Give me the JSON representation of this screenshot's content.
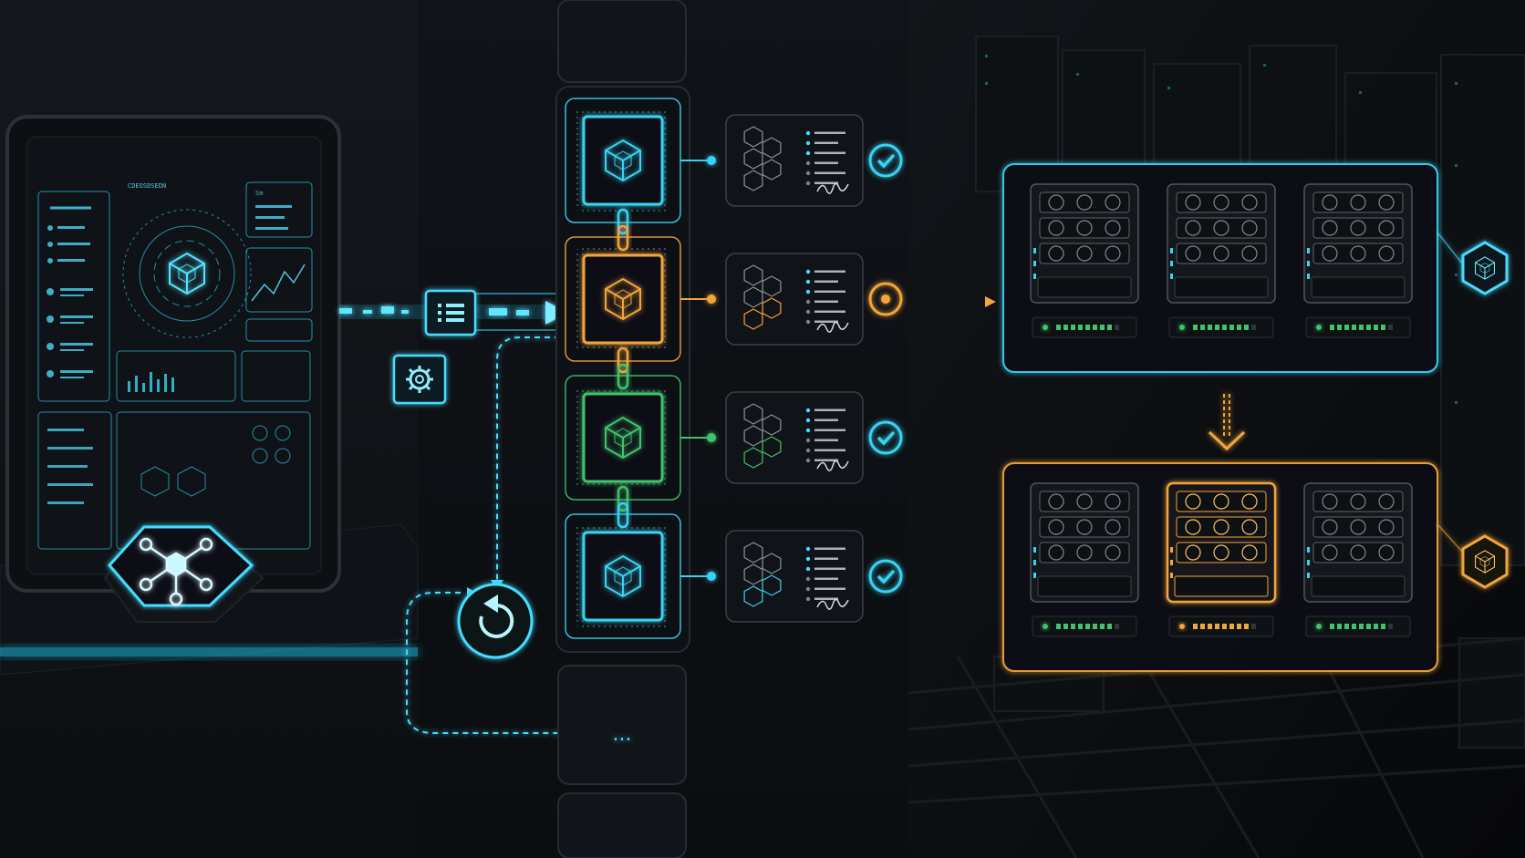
{
  "colors": {
    "background": "#0b0d10",
    "panel_left": "#111419",
    "panel_mid": "#0d1014",
    "panel_right": "#0a0c0f",
    "cyan": "#39d3f2",
    "cyan_glow": "#5fe6ff",
    "amber": "#f2a53b",
    "green": "#3fc46a",
    "line_gray": "#3a4048"
  },
  "monitor": {
    "title": "CDEOSDSEDN",
    "right_panel_title": "Sm",
    "ellipsis_label": "..."
  },
  "chain": {
    "blocks": [
      {
        "state": "verified",
        "color": "cyan"
      },
      {
        "state": "pending",
        "color": "amber"
      },
      {
        "state": "verified",
        "color": "green"
      },
      {
        "state": "verified",
        "color": "cyan"
      }
    ],
    "next_block_label": "..."
  },
  "records": [
    {
      "status": "check",
      "status_icon": "check-circle-icon"
    },
    {
      "status": "pending",
      "status_icon": "dot-circle-icon"
    },
    {
      "status": "check",
      "status_icon": "check-circle-icon"
    },
    {
      "status": "check",
      "status_icon": "check-circle-icon"
    }
  ],
  "gpu_clusters": [
    {
      "state": "normal",
      "accent": "cyan",
      "units": 3
    },
    {
      "state": "replaced",
      "accent": "amber",
      "units": 3,
      "highlight_unit": 2
    }
  ],
  "icons": {
    "list": "list-icon",
    "gear": "gear-icon",
    "undo": "undo-icon",
    "network": "network-hub-icon",
    "cube": "cube-icon",
    "arrow_down": "arrow-down-icon"
  }
}
